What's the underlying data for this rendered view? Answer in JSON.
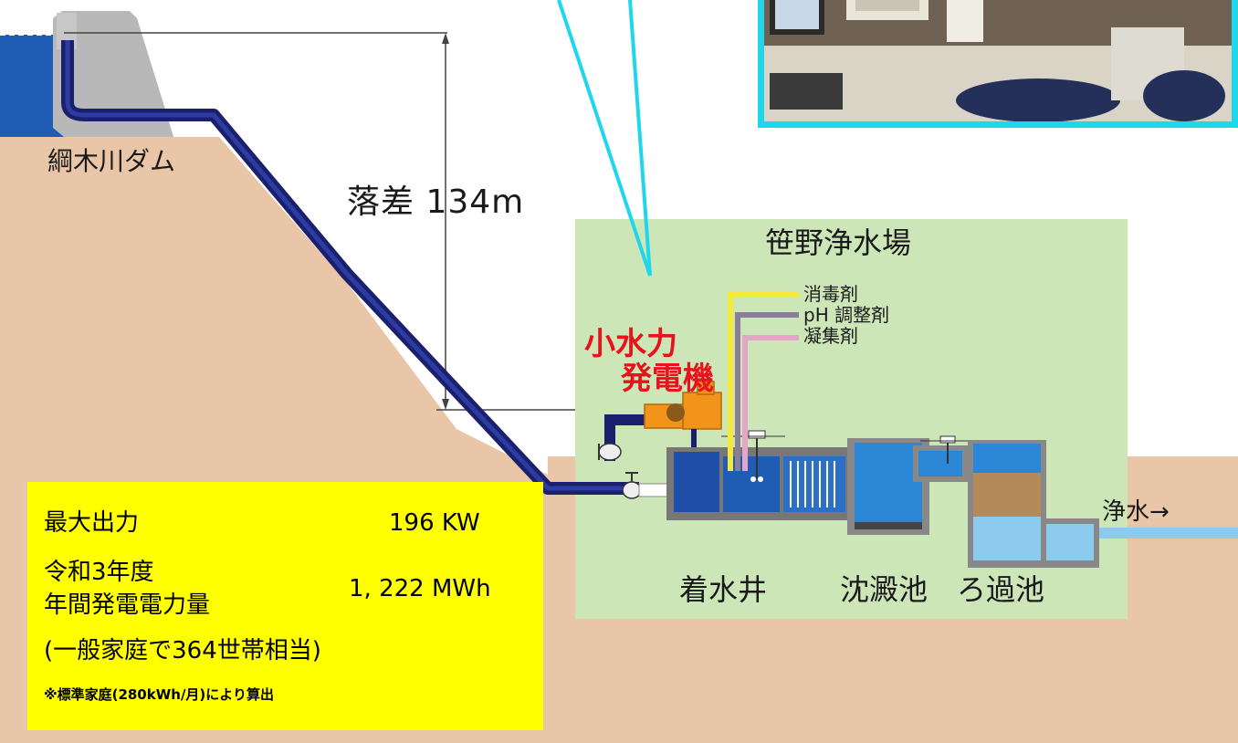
{
  "dam": {
    "label": "綱木川ダム"
  },
  "drop": {
    "label": "落差 134m"
  },
  "plant": {
    "title": "笹野浄水場"
  },
  "generator": {
    "label_line1": "小水力",
    "label_line2": "発電機"
  },
  "chemicals": [
    "消毒剤",
    "pH 調整剤",
    "凝集剤"
  ],
  "stages": [
    "着水井",
    "沈澱池",
    "ろ過池"
  ],
  "outlet": {
    "label": "浄水→"
  },
  "info": {
    "max_output_label": "最大出力",
    "max_output_value": "196 KW",
    "annual_label_line1": "令和3年度",
    "annual_label_line2": "年間発電電力量",
    "annual_value": "1, 222 MWh",
    "equivalent": "(一般家庭で364世帯相当)",
    "note": "※標準家庭(280kWh/月)により算出"
  },
  "colors": {
    "ground": "#e9c6a8",
    "water_reservoir": "#1f5db5",
    "penstock": "#1a1f6e",
    "plant_bg": "#cde6b8",
    "callout": "#1fd6ec",
    "generator": "#f29419",
    "highlight": "#ffff00",
    "label_red": "#e8121c"
  }
}
